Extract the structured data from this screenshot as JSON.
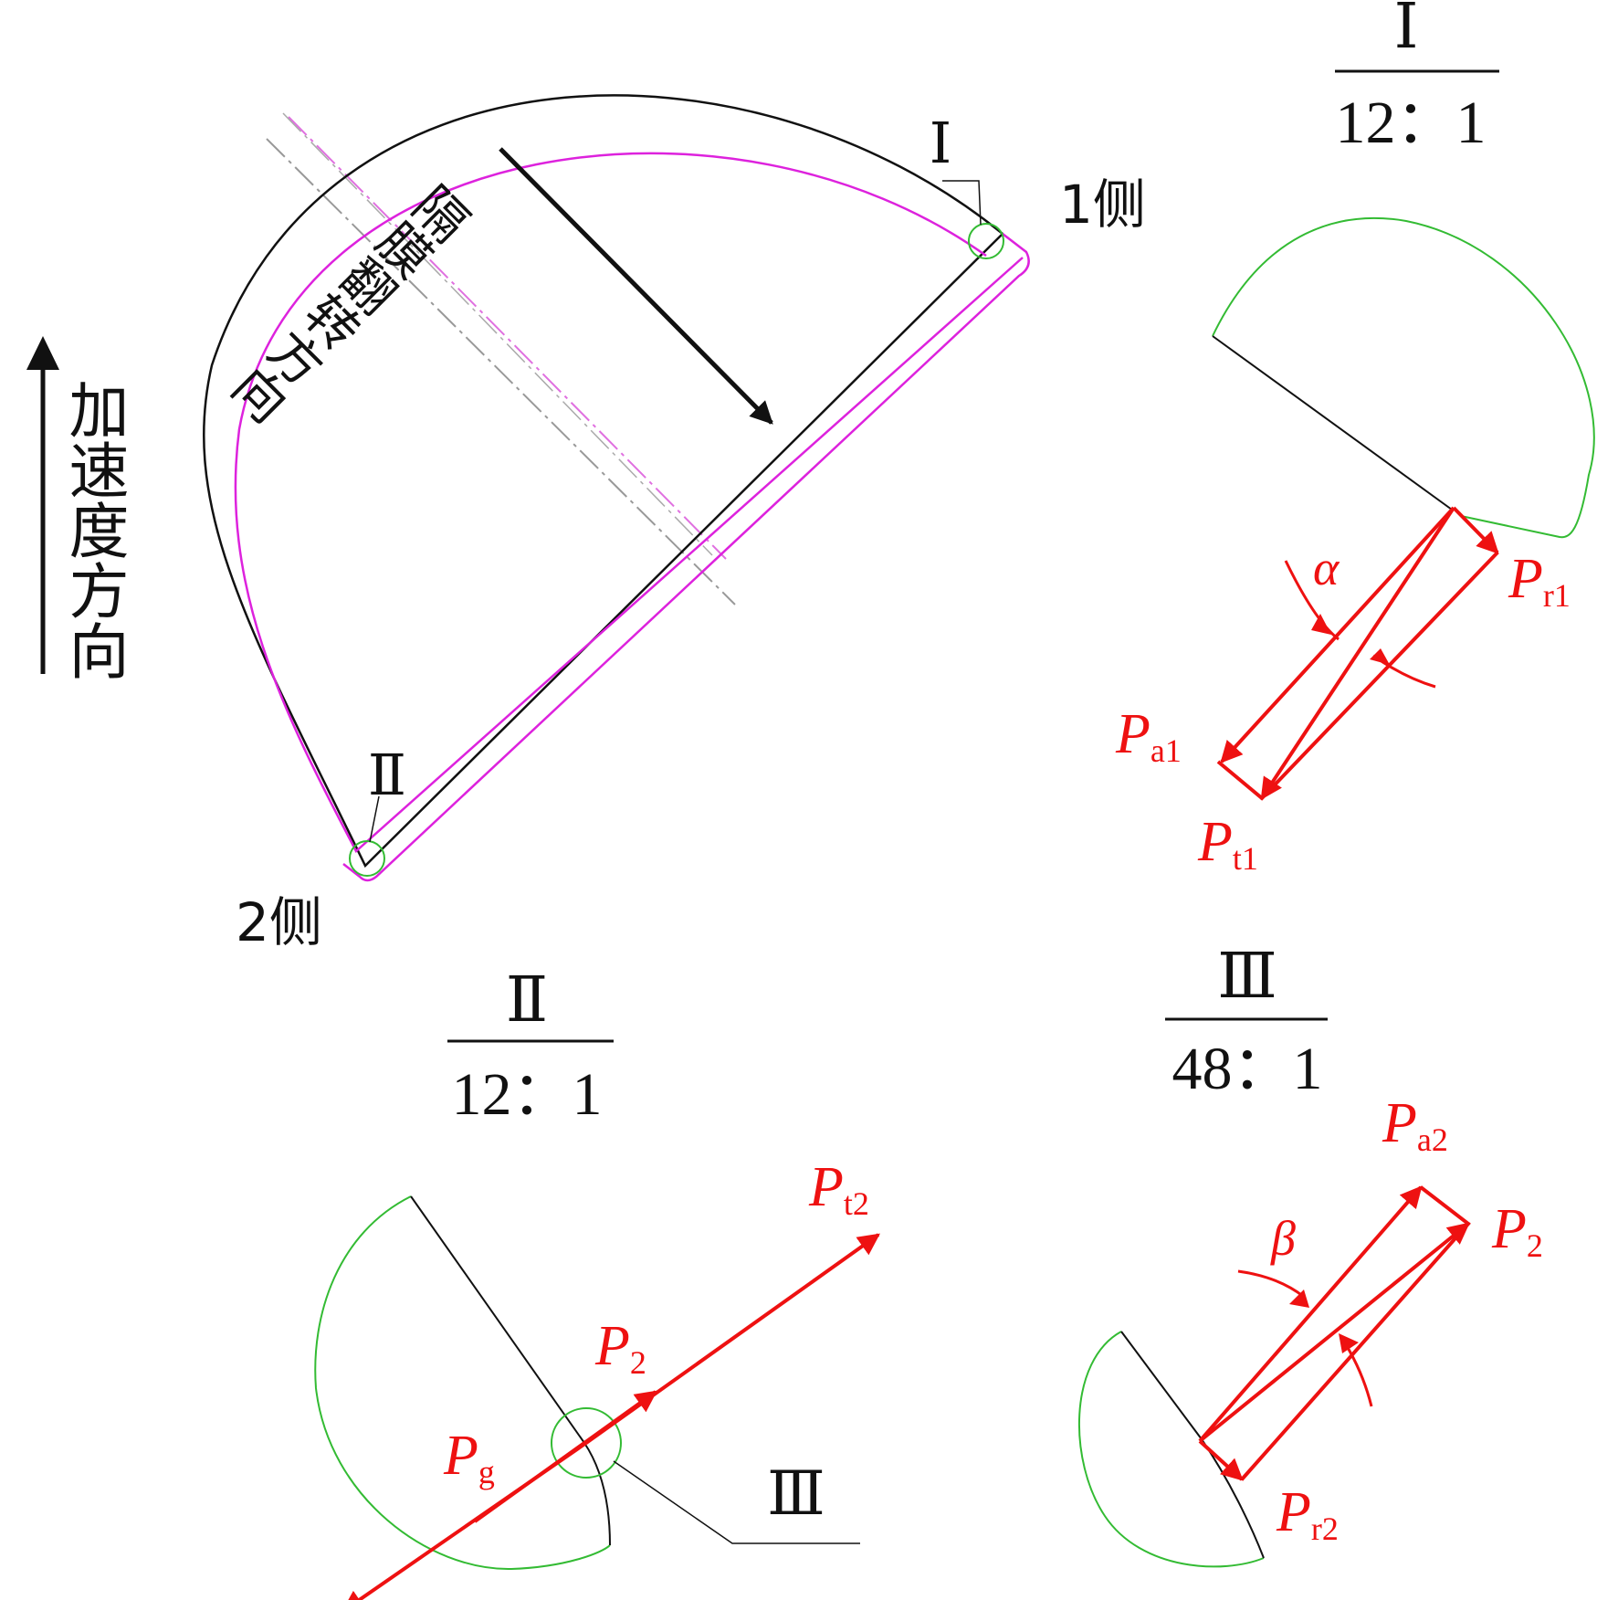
{
  "labels": {
    "accel_direction": "加速度方向",
    "flip_direction": "隔膜翻转方向",
    "side1": "1侧",
    "side2": "2侧",
    "mark_I": "Ⅰ",
    "mark_II": "Ⅱ",
    "mark_III": "Ⅲ"
  },
  "details": {
    "I": {
      "title": "Ⅰ",
      "scale": "12：1"
    },
    "II": {
      "title": "Ⅱ",
      "scale": "12：1"
    },
    "III": {
      "title": "Ⅲ",
      "scale": "48：1"
    }
  },
  "vectors": {
    "P": "P",
    "r1": "r1",
    "a1": "a1",
    "t1": "t1",
    "alpha": "α",
    "t2": "t2",
    "two": "2",
    "g": "g",
    "a2": "a2",
    "r2": "r2",
    "beta": "β"
  },
  "colors": {
    "outline": "#111111",
    "membrane": "#dd22dd",
    "detail_circle": "#33bb33",
    "force": "#ee1111"
  }
}
